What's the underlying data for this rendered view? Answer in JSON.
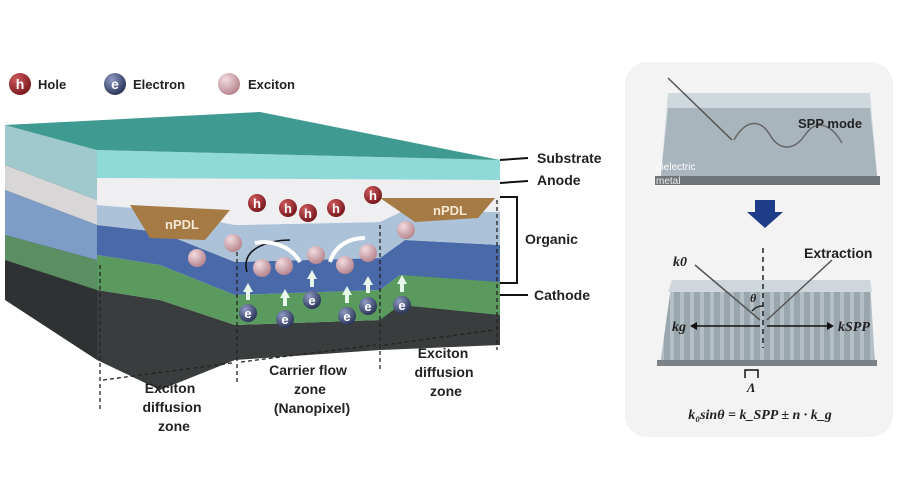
{
  "legend": {
    "hole_symbol": "h",
    "hole_label": "Hole",
    "electron_symbol": "e",
    "electron_label": "Electron",
    "exciton_label": "Exciton"
  },
  "layers": {
    "substrate": "Substrate",
    "anode": "Anode",
    "organic": "Organic",
    "cathode": "Cathode",
    "npdl_left": "nPDL",
    "npdl_right": "nPDL"
  },
  "zones": {
    "left": [
      "Exciton",
      "diffusion",
      "zone"
    ],
    "center": [
      "Carrier flow",
      "zone",
      "(Nanopixel)"
    ],
    "right": [
      "Exciton",
      "diffusion",
      "zone"
    ]
  },
  "spp_panel": {
    "mode_label": "SPP mode",
    "dielectric_label": "dielectric",
    "metal_label": "metal",
    "k0_label": "k0",
    "extraction_label": "Extraction",
    "theta_label": "θ",
    "kg_label": "kg",
    "kspp_label": "kSPP",
    "period_label": "Λ",
    "equation": "k₀sinθ = k_SPP ± n · k_g"
  },
  "colors": {
    "substrate_top": "#3f9a92",
    "substrate_front": "#8fd9d9",
    "anode": "#efeef0",
    "npdl": "#a57a45",
    "organic_blue": "#4a69a8",
    "organic_light": "#9fb9d2",
    "organic_green": "#5a9a5e",
    "cathode": "#3a3d3e",
    "hole": "#8e2226",
    "electron": "#3d4a72",
    "exciton": "#d9aab1",
    "arrow_blue": "#1f3c88"
  }
}
